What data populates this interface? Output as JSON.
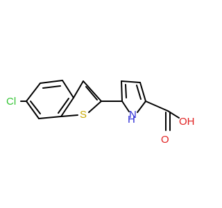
{
  "molecule": {
    "atoms": {
      "cl": {
        "symbol": "Cl",
        "color": "#33c433"
      },
      "s": {
        "symbol": "S",
        "color": "#c8a800"
      },
      "nh": {
        "symbol": "H",
        "color": "#2a2ad6"
      },
      "n": {
        "symbol": "N",
        "color": "#2a2ad6"
      },
      "o_carbonyl": {
        "symbol": "O",
        "color": "#e02020"
      },
      "oh": {
        "symbol": "OH",
        "color": "#e02020"
      }
    },
    "bond_color": "#000000"
  }
}
